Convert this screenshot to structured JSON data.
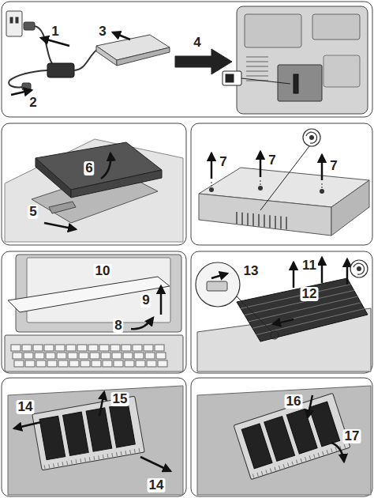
{
  "diagram": {
    "labels": [
      "1",
      "2",
      "3",
      "4",
      "5",
      "6",
      "7",
      "7",
      "7",
      "8",
      "9",
      "10",
      "11",
      "12",
      "13",
      "14",
      "15",
      "14",
      "16",
      "17"
    ]
  }
}
